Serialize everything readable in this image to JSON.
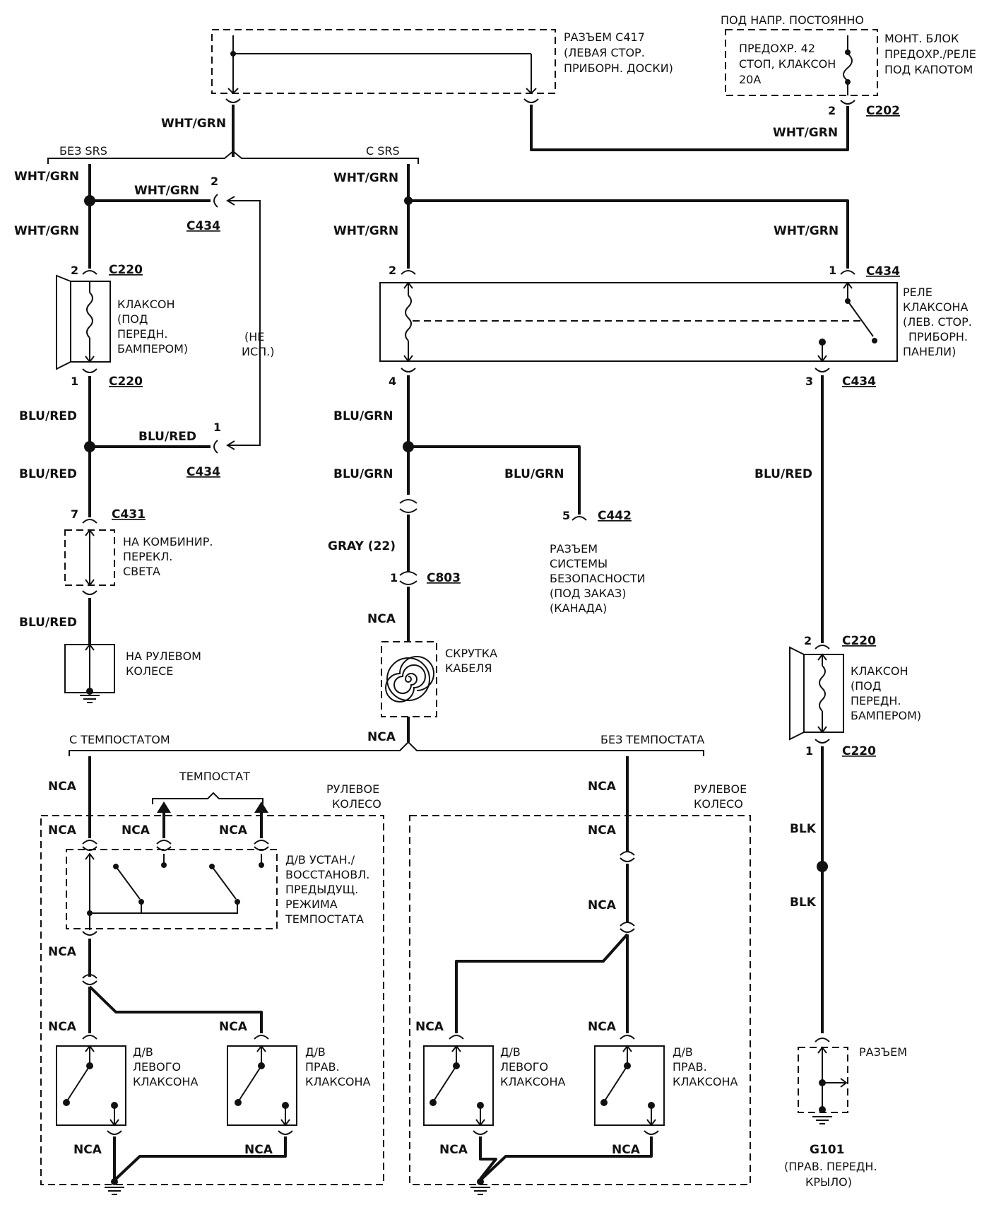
{
  "supply": {
    "hot_label": "ПОД НАПР. ПОСТОЯННО",
    "fuse_line1": "ПРЕДОХР. 42",
    "fuse_line2": "СТОП, КЛАКСОН",
    "fuse_line3": "20A",
    "block_line1": "МОНТ. БЛОК",
    "block_line2": "ПРЕДОХР./РЕЛЕ",
    "block_line3": "ПОД КАПОТОМ",
    "pin": "2",
    "connector": "C202",
    "wire": "WHT/GRN"
  },
  "joint": {
    "line1": "РАЗЪЕМ C417",
    "line2": "(ЛЕВАЯ СТОР.",
    "line3": "ПРИБОРН. ДОСКИ)",
    "wire": "WHT/GRN"
  },
  "variants": {
    "no_srs": "БЕЗ SRS",
    "srs": "С SRS",
    "with_cruise": "С ТЕМПОСТАТОМ",
    "without_cruise": "БЕЗ ТЕМПОСТАТА"
  },
  "left": {
    "wire_top": "WHT/GRN",
    "wire_to_c434": "WHT/GRN",
    "wire_mid": "WHT/GRN",
    "pin_c434_a": "2",
    "c434_a": "C434",
    "not_used_1": "(НЕ",
    "not_used_2": "ИСП.)",
    "horn_pin_top": "2",
    "horn_conn_top": "C220",
    "horn_line1": "КЛАКСОН",
    "horn_line2": "(ПОД",
    "horn_line3": "ПЕРЕДН.",
    "horn_line4": "БАМПЕРОМ)",
    "horn_pin_bot": "1",
    "horn_conn_bot": "C220",
    "wire_blu1": "BLU/RED",
    "wire_blu2": "BLU/RED",
    "pin_c434_b": "1",
    "c434_b": "C434",
    "wire_blu3": "BLU/RED",
    "pin_c431": "7",
    "c431": "C431",
    "combo_line1": "НА КОМБИНИР.",
    "combo_line2": "ПЕРЕКЛ.",
    "combo_line3": "СВЕТА",
    "wire_blu4": "BLU/RED",
    "wheel_line1": "НА РУЛЕВОМ",
    "wheel_line2": "КОЛЕСЕ"
  },
  "center": {
    "wire_top": "WHT/GRN",
    "wire_mid": "WHT/GRN",
    "wire_right": "WHT/GRN",
    "relay_pin_2": "2",
    "relay_pin_1": "1",
    "relay_conn_1": "C434",
    "relay_line1": "РЕЛЕ",
    "relay_line2": "КЛАКСОНА",
    "relay_line3": "(ЛЕВ. СТОР.",
    "relay_line4": "ПРИБОРН.",
    "relay_line5": "ПАНЕЛИ)",
    "relay_pin_4": "4",
    "relay_pin_3": "3",
    "relay_conn_3": "C434",
    "wire_blu_grn1": "BLU/GRN",
    "wire_blu_grn2": "BLU/GRN",
    "wire_blu_grn3": "BLU/GRN",
    "pin_c442": "5",
    "c442": "C442",
    "sec_line1": "РАЗЪЕМ",
    "sec_line2": "СИСТЕМЫ",
    "sec_line3": "БЕЗОПАСНОСТИ",
    "sec_line4": "(ПОД ЗАКАЗ)",
    "sec_line5": "(КАНАДА)",
    "gray": "GRAY (22)",
    "pin_c803": "1",
    "c803": "C803",
    "nca1": "NCA",
    "clock_line1": "СКРУТКА",
    "clock_line2": "КАБЕЛЯ",
    "nca2": "NCA"
  },
  "right": {
    "wire_blu_red": "BLU/RED",
    "horn_pin_top": "2",
    "horn_conn_top": "C220",
    "horn_line1": "КЛАКСОН",
    "horn_line2": "(ПОД",
    "horn_line3": "ПЕРЕДН.",
    "horn_line4": "БАМПЕРОМ)",
    "horn_pin_bot": "1",
    "horn_conn_bot": "C220",
    "blk1": "BLK",
    "blk2": "BLK",
    "connector_label": "РАЗЪЕМ",
    "ground": "G101",
    "ground_line1": "(ПРАВ. ПЕРЕДН.",
    "ground_line2": "КРЫЛО)"
  },
  "wheel_left": {
    "cruise": "ТЕМПОСТАТ",
    "wheel1": "РУЛЕВОЕ",
    "wheel2": "КОЛЕСО",
    "nca_a": "NCA",
    "nca_b": "NCA",
    "nca_c": "NCA",
    "nca_d": "NCA",
    "sw_line1": "Д/В УСТАН./",
    "sw_line2": "ВОССТАНОВЛ.",
    "sw_line3": "ПРЕДЫДУЩ.",
    "sw_line4": "РЕЖИМА",
    "sw_line5": "ТЕМПОСТАТА",
    "nca_e": "NCA",
    "nca_f": "NCA",
    "nca_g": "NCA",
    "lh_line1": "Д/В",
    "lh_line2": "ЛЕВОГО",
    "lh_line3": "КЛАКСОНА",
    "rh_line1": "Д/В",
    "rh_line2": "ПРАВ.",
    "rh_line3": "КЛАКСОНА",
    "nca_h": "NCA",
    "nca_i": "NCA"
  },
  "wheel_right": {
    "wheel1": "РУЛЕВОЕ",
    "wheel2": "КОЛЕСО",
    "nca_a": "NCA",
    "nca_b": "NCA",
    "nca_c": "NCA",
    "nca_d": "NCA",
    "nca_e": "NCA",
    "lh_line1": "Д/В",
    "lh_line2": "ЛЕВОГО",
    "lh_line3": "КЛАКСОНА",
    "rh_line1": "Д/В",
    "rh_line2": "ПРАВ.",
    "rh_line3": "КЛАКСОНА",
    "nca_f": "NCA",
    "nca_g": "NCA"
  }
}
